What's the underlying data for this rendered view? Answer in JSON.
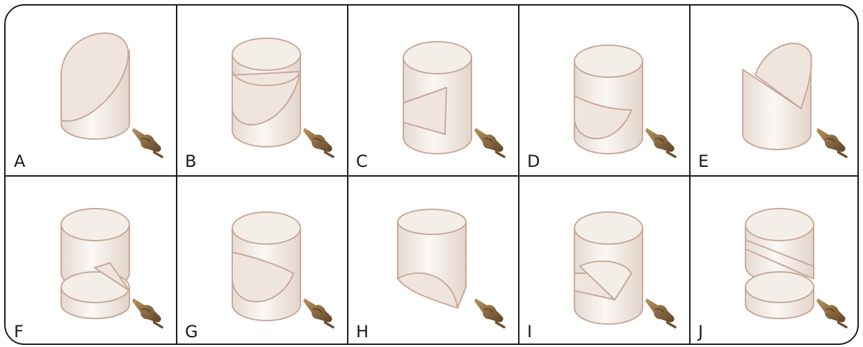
{
  "colors": {
    "frame": "#1a1a1a",
    "outline": "#c8a898",
    "face": "#f4eee9",
    "cut": "#f0e4de",
    "body_shade": "#e8ddd5",
    "hand": "#8a6a44",
    "label": "#1a1a1a"
  },
  "panels": [
    {
      "label": "A",
      "icon": "pointing-hand-icon",
      "shape": "cylinder-oblique-top"
    },
    {
      "label": "B",
      "icon": "pointing-hand-icon",
      "shape": "cylinder-diagonal-cut"
    },
    {
      "label": "C",
      "icon": "pointing-hand-icon",
      "shape": "cylinder-wedge-notch"
    },
    {
      "label": "D",
      "icon": "pointing-hand-icon",
      "shape": "cylinder-curved-cut"
    },
    {
      "label": "E",
      "icon": "pointing-hand-icon",
      "shape": "cylinder-slanted-top"
    },
    {
      "label": "F",
      "icon": "pointing-hand-icon",
      "shape": "cylinder-split-wedge"
    },
    {
      "label": "G",
      "icon": "pointing-hand-icon",
      "shape": "cylinder-diagonal-cut-alt"
    },
    {
      "label": "H",
      "icon": "pointing-hand-icon",
      "shape": "cylinder-slanted-bottom"
    },
    {
      "label": "I",
      "icon": "pointing-hand-icon",
      "shape": "cylinder-flap-cut"
    },
    {
      "label": "J",
      "icon": "pointing-hand-icon",
      "shape": "cylinder-z-cut"
    }
  ]
}
